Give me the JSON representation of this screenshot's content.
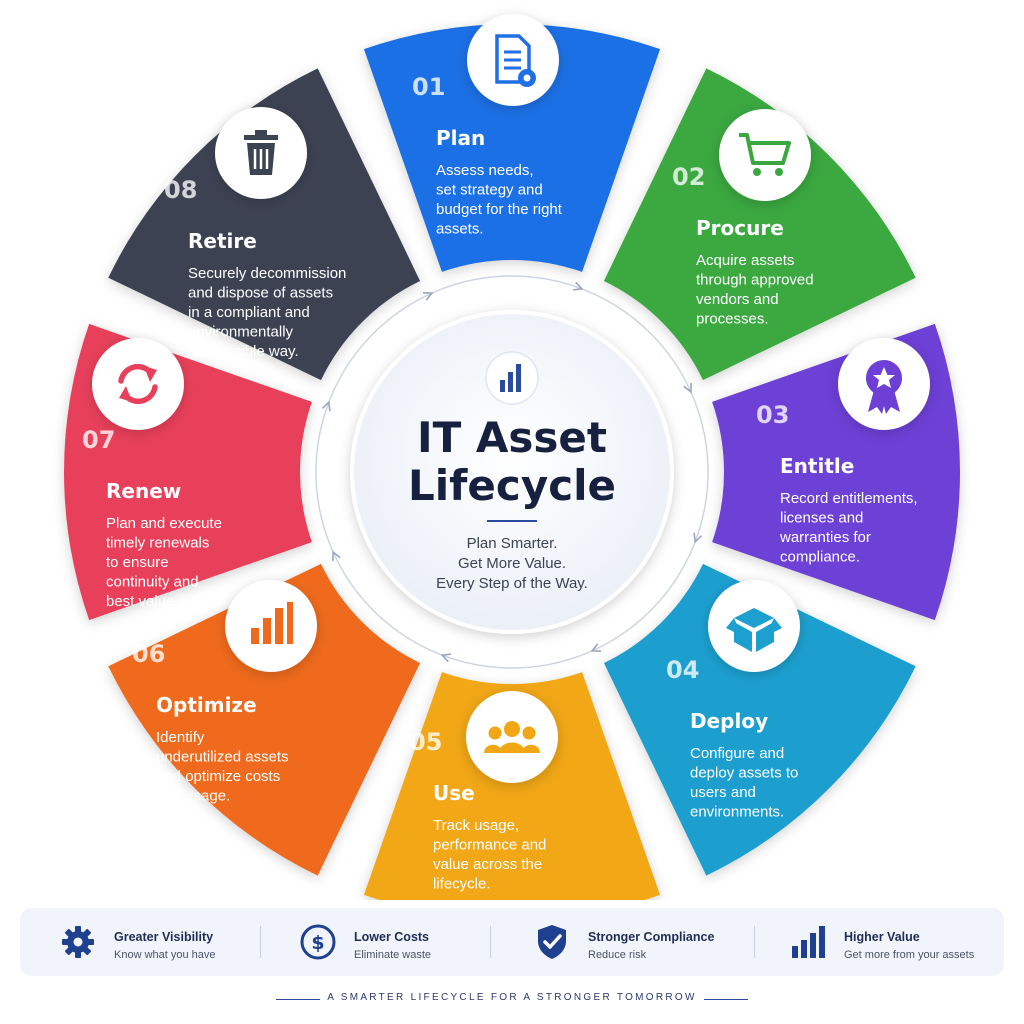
{
  "center": {
    "title_line1": "IT Asset",
    "title_line2": "Lifecycle",
    "tagline": [
      "Plan Smarter.",
      "Get More Value.",
      "Every Step of the Way."
    ],
    "icon": "bar-chart-icon"
  },
  "stages": [
    {
      "num": "01",
      "title": "Plan",
      "desc": [
        "Assess needs,",
        "set strategy and",
        "budget for the right",
        "assets."
      ],
      "color": "#1f6fe5",
      "icon": "document-gear-icon"
    },
    {
      "num": "02",
      "title": "Procure",
      "desc": [
        "Acquire assets",
        "through approved",
        "vendors and",
        "processes."
      ],
      "color": "#3aa83f",
      "icon": "shopping-cart-icon"
    },
    {
      "num": "03",
      "title": "Entitle",
      "desc": [
        "Record entitlements,",
        "licenses and",
        "warranties for",
        "compliance."
      ],
      "color": "#6d3fd6",
      "icon": "award-badge-icon"
    },
    {
      "num": "04",
      "title": "Deploy",
      "desc": [
        "Configure and",
        "deploy assets to",
        "users and",
        "environments."
      ],
      "color": "#1d9fcf",
      "icon": "box-icon"
    },
    {
      "num": "05",
      "title": "Use",
      "desc": [
        "Track usage,",
        "performance and",
        "value across the",
        "lifecycle."
      ],
      "color": "#f1a714",
      "icon": "users-group-icon"
    },
    {
      "num": "06",
      "title": "Optimize",
      "desc": [
        "Identify",
        "underutilized assets",
        "and optimize costs",
        "and usage."
      ],
      "color": "#ef6a1c",
      "icon": "bar-chart-up-icon"
    },
    {
      "num": "07",
      "title": "Renew",
      "desc": [
        "Plan and execute",
        "timely renewals",
        "to ensure",
        "continuity and",
        "best value."
      ],
      "color": "#e8405a",
      "icon": "refresh-icon"
    },
    {
      "num": "08",
      "title": "Retire",
      "desc": [
        "Securely decommission",
        "and dispose of assets",
        "in a compliant and",
        "environmentally",
        "responsible way."
      ],
      "color": "#3c4352",
      "icon": "trash-icon"
    }
  ],
  "benefits": [
    {
      "title": "Greater Visibility",
      "subtitle": "Know what you have",
      "icon": "gear-icon"
    },
    {
      "title": "Lower Costs",
      "subtitle": "Eliminate waste",
      "icon": "dollar-coin-icon"
    },
    {
      "title": "Stronger Compliance",
      "subtitle": "Reduce risk",
      "icon": "shield-check-icon"
    },
    {
      "title": "Higher Value",
      "subtitle": "Get more from your assets",
      "icon": "bar-chart-icon"
    }
  ],
  "footer": "A SMARTER LIFECYCLE FOR A STRONGER TOMORROW",
  "colors": {
    "dark_text": "#17213f",
    "benefit_icon": "#1f3f8f",
    "accent": "#2a4aa0"
  }
}
